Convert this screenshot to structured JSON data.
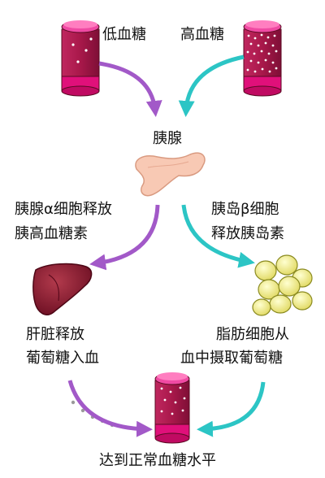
{
  "labels": {
    "low_blood_sugar": "低血糖",
    "high_blood_sugar": "高血糖",
    "pancreas": "胰腺",
    "alpha_cells_line1": "胰腺α细胞释放",
    "alpha_cells_line2": "胰高血糖素",
    "beta_cells_line1": "胰岛β细胞",
    "beta_cells_line2": "释放胰岛素",
    "liver_line1": "肝脏释放",
    "liver_line2": "葡萄糖入血",
    "fat_cells_line1": "脂肪细胞从",
    "fat_cells_line2": "血中摄取葡萄糖",
    "normal_blood_sugar": "达到正常血糖水平"
  },
  "colors": {
    "vessel_body": "#a8184a",
    "vessel_end": "#e0107a",
    "vessel_cap": "#f04aa3",
    "low_arrow": "#a259c8",
    "high_arrow": "#2cc5c5",
    "liver": "#8a1c30",
    "pancreas": "#f8c9b4",
    "fat_cell": "#eef08a",
    "glucose_dot": "#9a9a9a"
  }
}
